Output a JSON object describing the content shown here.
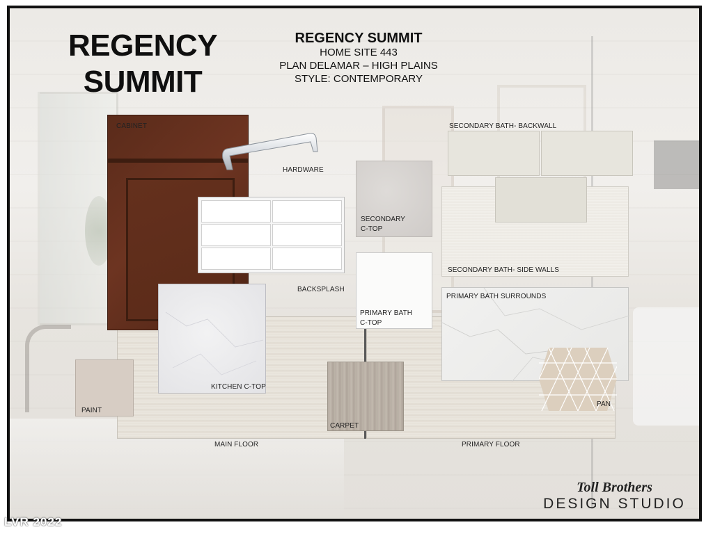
{
  "header": {
    "big_title": "REGENCY SUMMIT",
    "info_title": "REGENCY SUMMIT",
    "home_site": "HOME SITE 443",
    "plan": "PLAN DELAMAR – HIGH PLAINS",
    "style": "STYLE: CONTEMPORARY"
  },
  "labels": {
    "cabinet": "CABINET",
    "hardware": "HARDWARE",
    "backsplash": "BACKSPLASH",
    "secondary_ctop_line1": "SECONDARY",
    "secondary_ctop_line2": "C-TOP",
    "primary_ctop_line1": "PRIMARY BATH",
    "primary_ctop_line2": "C-TOP",
    "kitchen_ctop": "KITCHEN C-TOP",
    "paint": "PAINT",
    "carpet": "CARPET",
    "main_floor": "MAIN FLOOR",
    "primary_floor": "PRIMARY FLOOR",
    "secondary_bath_backwall": "SECONDARY BATH- BACKWALL",
    "secondary_bath_side_walls": "SECONDARY BATH- SIDE WALLS",
    "primary_bath_surrounds": "PRIMARY BATH SURROUNDS",
    "pan": "PAN"
  },
  "logo": {
    "brand": "Toll Brothers",
    "studio": "DESIGN STUDIO"
  },
  "watermark": "LVR 2022",
  "colors": {
    "cabinet": "#5f2e1c",
    "paint": "#d7cdc4",
    "carpet": "#b6ada3",
    "pan_tile": "#d6c9b8",
    "frame": "#111111"
  }
}
